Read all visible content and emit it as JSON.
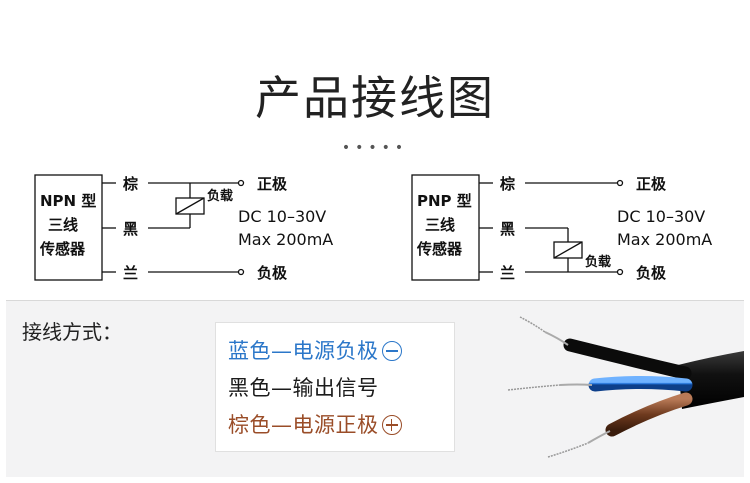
{
  "title": "产品接线图",
  "dots": "•••••",
  "npn": {
    "name_line1": "NPN 型",
    "name_line2": "三线",
    "name_line3": "传感器",
    "wire_brown": "棕",
    "wire_black": "黑",
    "wire_blue": "兰",
    "load": "负载",
    "positive": "正极",
    "negative": "负极",
    "spec1": "DC 10–30V",
    "spec2": "Max 200mA"
  },
  "pnp": {
    "name_line1": "PNP 型",
    "name_line2": "三线",
    "name_line3": "传感器",
    "wire_brown": "棕",
    "wire_black": "黑",
    "wire_blue": "兰",
    "load": "负载",
    "positive": "正极",
    "negative": "负极",
    "spec1": "DC 10–30V",
    "spec2": "Max 200mA"
  },
  "wiring": {
    "label": "接线方式：",
    "line_blue": "蓝色—电源负极",
    "line_black": "黑色—输出信号",
    "line_brown": "棕色—电源正极"
  },
  "colors": {
    "blue": "#2b77c9",
    "brown": "#9a4d28",
    "black": "#1b1b1b"
  }
}
